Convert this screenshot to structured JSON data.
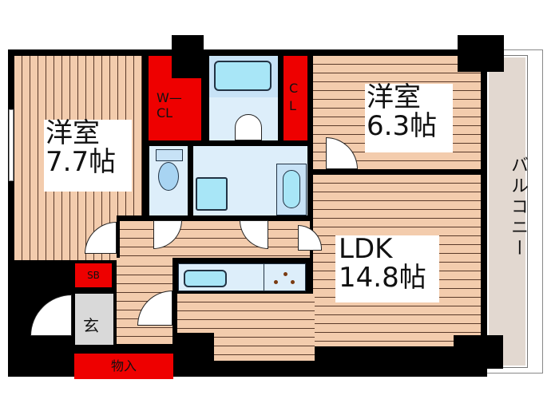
{
  "plan": {
    "rooms": [
      {
        "id": "western-room-1",
        "name": "洋室",
        "size": "7.7帖"
      },
      {
        "id": "western-room-2",
        "name": "洋室",
        "size": "6.3帖"
      },
      {
        "id": "ldk",
        "name": "LDK",
        "size": "14.8帖"
      }
    ],
    "storage": {
      "walk_in_closet": "W—\nCL",
      "walk_in_closet_line1": "W—",
      "walk_in_closet_line2": "CL",
      "closet_line1": "C",
      "closet_line2": "L",
      "shoe_box": "SB",
      "storeroom": "物入"
    },
    "entrance": "玄",
    "balcony": "バルコニー"
  },
  "colors": {
    "wall": "#000000",
    "floor": "#f3ccad",
    "wet_area": "#ddeefa",
    "storage": "#ee0000",
    "balcony": "#e2d8d0"
  }
}
